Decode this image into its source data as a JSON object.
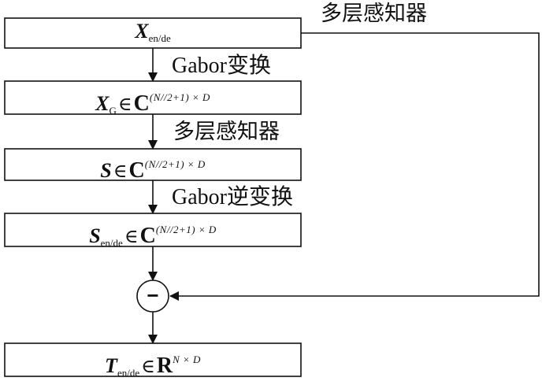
{
  "nodes": {
    "x_in": {
      "symbol": "X",
      "subscript": "en/de"
    },
    "x_g": {
      "symbol": "X",
      "subscript": "G",
      "relation": "∈",
      "set": "C",
      "superscript": "(N//2+1) × D"
    },
    "s": {
      "symbol": "S",
      "relation": "∈",
      "set": "C",
      "superscript": "(N//2+1) × D"
    },
    "s_ende": {
      "symbol": "S",
      "subscript": "en/de",
      "relation": "∈",
      "set": "C",
      "superscript": "(N//2+1) × D"
    },
    "subtract": {
      "symbol": "−"
    },
    "t_out": {
      "symbol": "T",
      "subscript": "en/de",
      "relation": "∈",
      "set": "R",
      "superscript": "N × D"
    }
  },
  "edge_labels": {
    "gabor": "Gabor变换",
    "mlp": "多层感知器",
    "inverse_gabor": "Gabor逆变换",
    "mlp_residual": "多层感知器"
  }
}
